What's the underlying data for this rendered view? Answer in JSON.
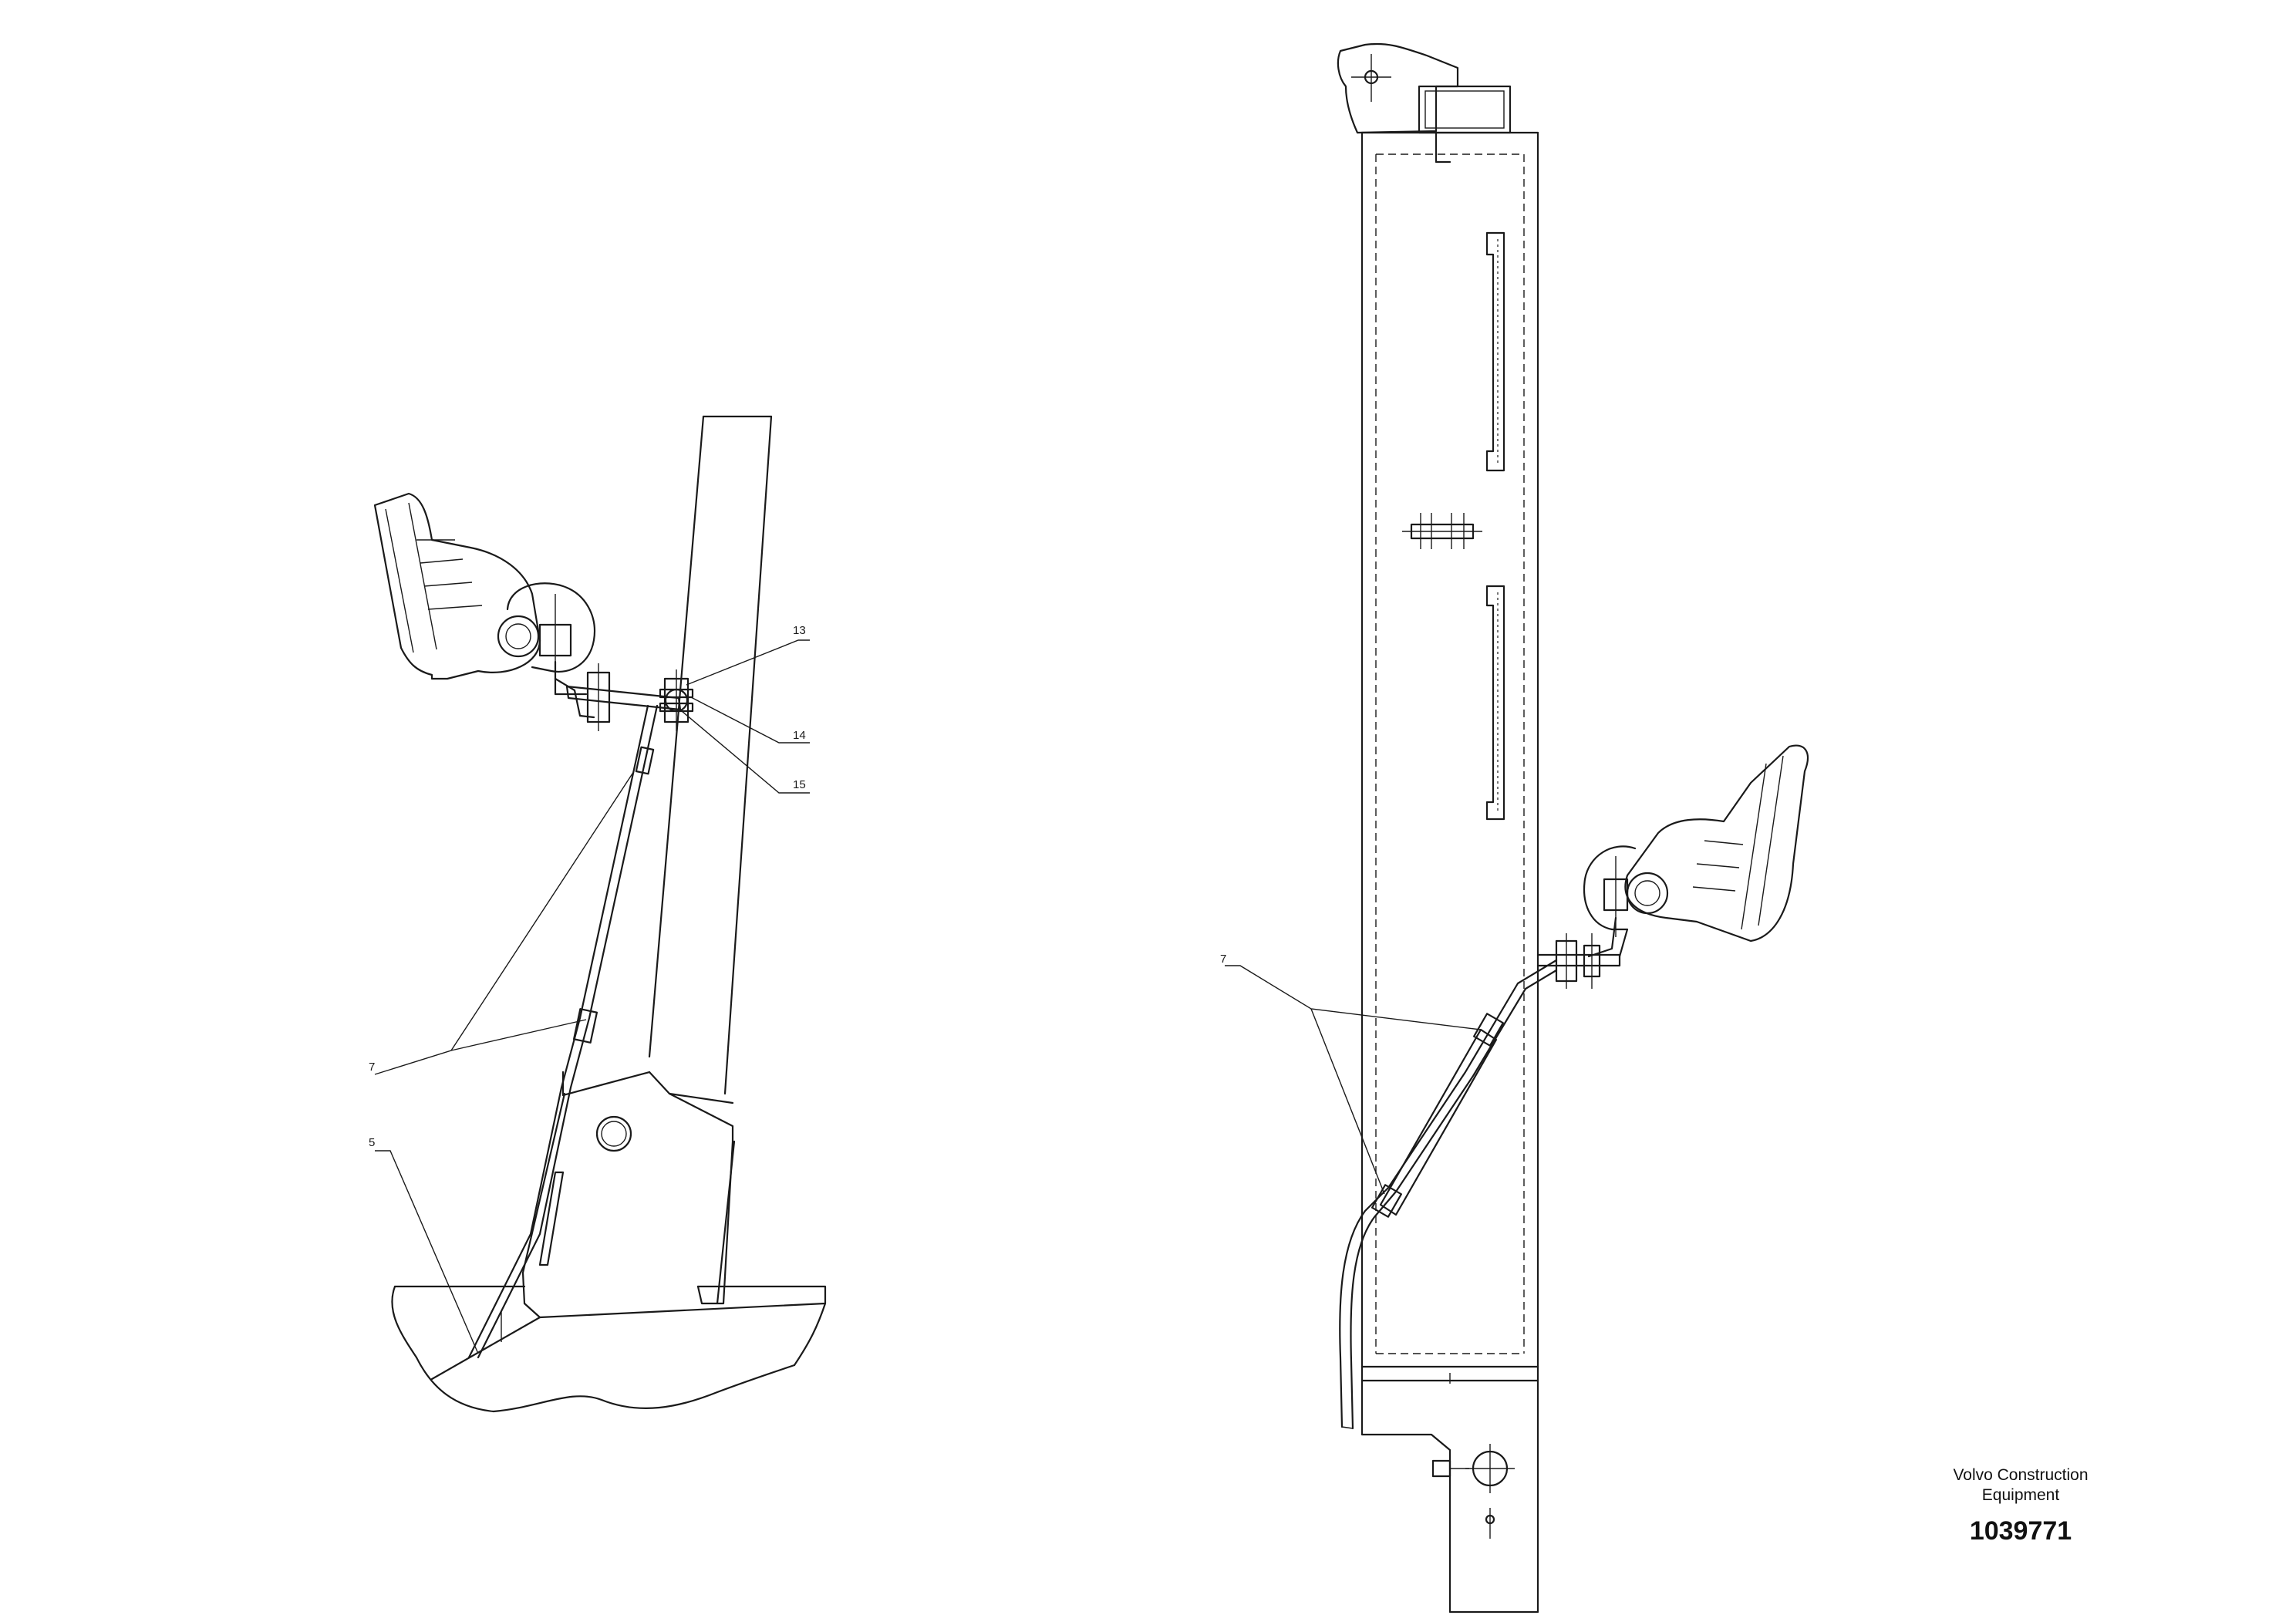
{
  "callouts": {
    "left": {
      "c13": "13",
      "c14": "14",
      "c15": "15",
      "c7": "7",
      "c5": "5"
    },
    "right": {
      "c7": "7"
    }
  },
  "branding": {
    "company": "Volvo Construction Equipment",
    "document_number": "1039771"
  }
}
